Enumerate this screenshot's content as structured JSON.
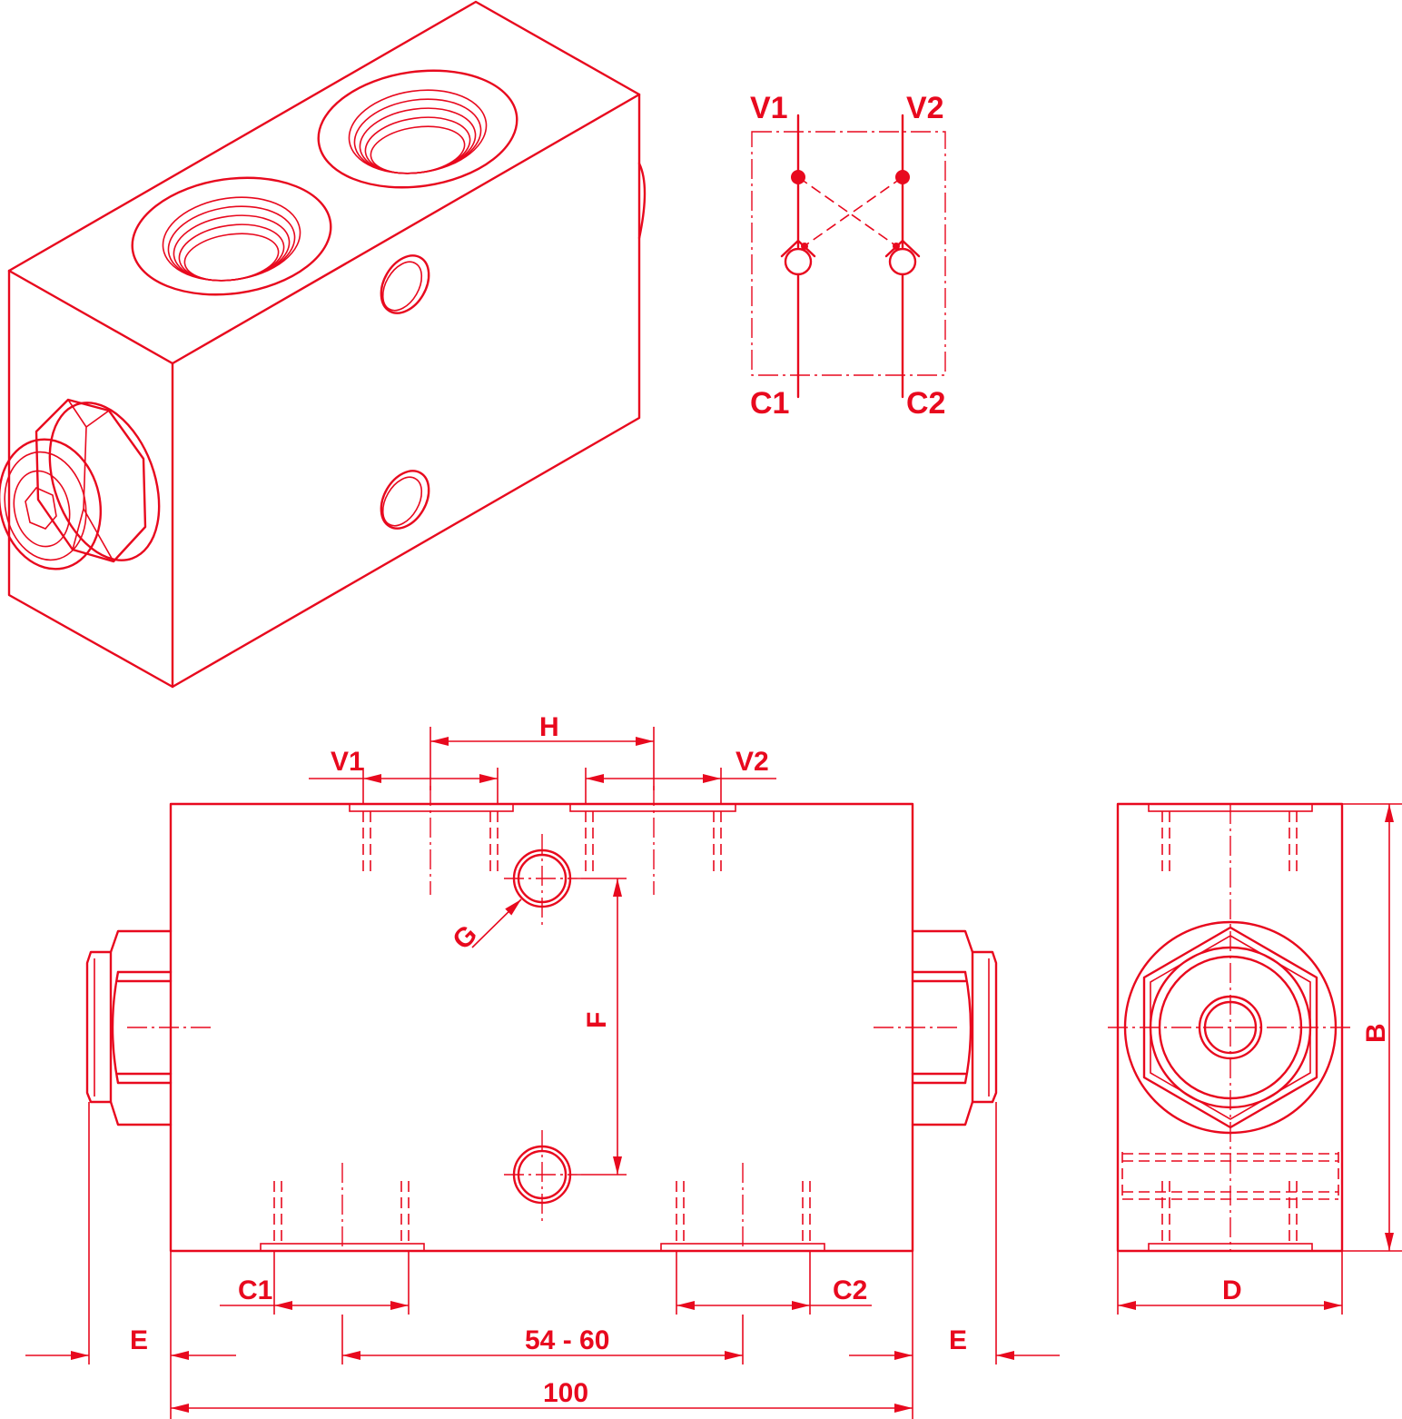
{
  "schematic": {
    "port_top_left": "V1",
    "port_top_right": "V2",
    "port_bottom_left": "C1",
    "port_bottom_right": "C2"
  },
  "front_view": {
    "label_H": "H",
    "label_V1": "V1",
    "label_V2": "V2",
    "label_G": "G",
    "label_F": "F",
    "label_C1": "C1",
    "label_C2": "C2",
    "label_E_left": "E",
    "label_E_right": "E",
    "label_port_spacing": "54 - 60",
    "label_length": "100"
  },
  "side_view": {
    "label_B": "B",
    "label_D": "D"
  },
  "colors": {
    "line": "#e8091e",
    "background": "#ffffff"
  }
}
